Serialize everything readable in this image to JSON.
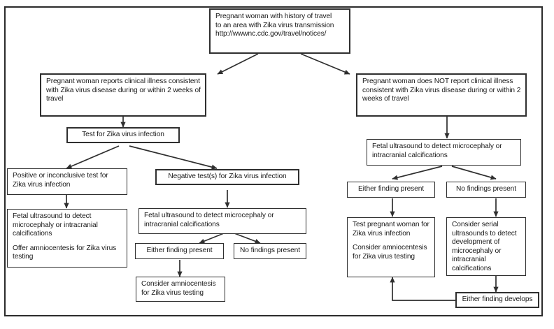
{
  "diagram": {
    "title": "Zika virus testing algorithm for pregnant women with history of travel",
    "border_color": "#2b2b2b",
    "box_border_color": "#2f2f2f",
    "background": "#ffffff",
    "text_color": "#1a1a1a"
  },
  "nodes": {
    "start": {
      "line1": "Pregnant woman with history of travel",
      "line2": "to an area with Zika virus transmission",
      "line3": "http://wwwnc.cdc.gov/travel/notices/"
    },
    "symptomatic": {
      "text": "Pregnant woman reports clinical illness consistent with Zika virus disease during or within 2 weeks of travel"
    },
    "asymptomatic": {
      "text": "Pregnant woman does NOT report clinical illness consistent with Zika virus disease during or within 2 weeks of travel"
    },
    "test_zika": {
      "text": "Test for Zika virus infection"
    },
    "positive_test": {
      "text": "Positive or inconclusive test for Zika virus infection"
    },
    "positive_action": {
      "para1": "Fetal ultrasound to detect microcephaly or intracranial calcifications",
      "para2": "Offer amniocentesis for Zika virus testing"
    },
    "negative_test": {
      "text": "Negative test(s) for Zika virus infection"
    },
    "negative_ultrasound": {
      "text": "Fetal ultrasound to detect microcephaly or intracranial calcifications"
    },
    "negative_finding_present": {
      "text": "Either finding present"
    },
    "negative_no_findings": {
      "text": "No findings present"
    },
    "negative_amnio": {
      "line1": "Consider amniocentesis",
      "line2": "for Zika virus testing"
    },
    "asymptomatic_ultrasound": {
      "text": "Fetal ultrasound to detect microcephaly or intracranial calcifications"
    },
    "asym_finding_present": {
      "text": "Either finding present"
    },
    "asym_no_findings": {
      "text": "No findings present"
    },
    "asym_test_action": {
      "para1": "Test pregnant woman for Zika virus infection",
      "para2": "Consider amniocentesis for Zika virus testing"
    },
    "asym_serial": {
      "text": "Consider serial ultrasounds to detect development of microcephaly or intracranial calcifications"
    },
    "finding_develops": {
      "text": "Either finding develops"
    }
  }
}
